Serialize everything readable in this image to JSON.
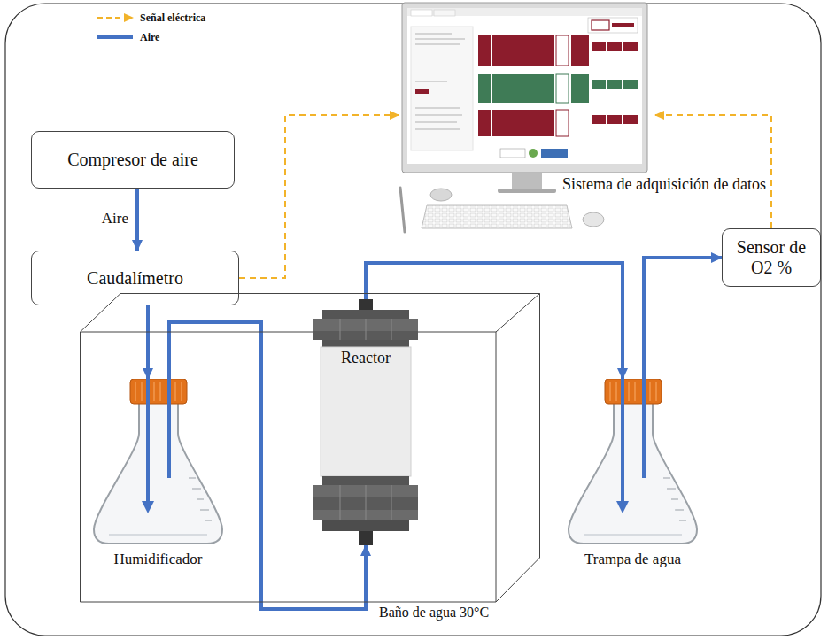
{
  "diagram": {
    "nodes": [
      {
        "text": [
          "Sistema de adquisición de datos"
        ]
      },
      {
        "text": [
          "Compresor de aire"
        ]
      },
      {
        "text": [
          "Caudalímetro"
        ]
      },
      {
        "text": [
          "Sensor de O2 %"
        ]
      },
      {
        "text": [
          "Baño de agua 30°C"
        ]
      },
      {
        "text": [
          "Humidificador"
        ],
        "in": 4
      },
      {
        "text": [
          "Reactor"
        ],
        "in": 4
      },
      {
        "text": [
          "Trampa de agua"
        ]
      }
    ],
    "edges": [
      {
        "from": 1,
        "to": 2,
        "arrow": "to",
        "label": "Aire"
      },
      {
        "from": 2,
        "to": 5,
        "arrow": "to"
      },
      {
        "from": 5,
        "to": 6,
        "arrow": "to"
      },
      {
        "from": 6,
        "to": 7,
        "arrow": "to"
      },
      {
        "from": 7,
        "to": 3,
        "arrow": "to"
      },
      {
        "from": 2,
        "to": 0,
        "arrow": "to"
      },
      {
        "from": 3,
        "to": 0,
        "arrow": "to"
      }
    ],
    "legend": [
      {
        "text": "Señal eléctrica"
      },
      {
        "text": "Aire"
      }
    ]
  }
}
